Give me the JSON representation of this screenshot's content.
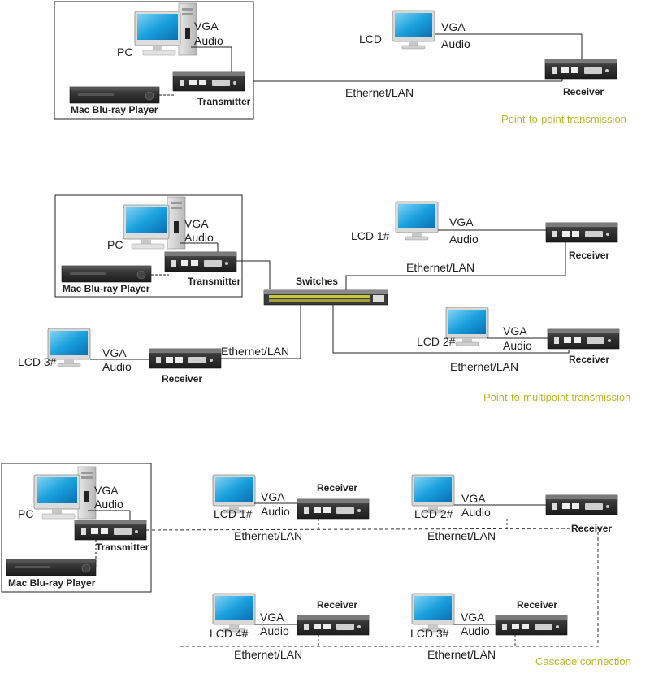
{
  "diagram1": {
    "pc_label": "PC",
    "vga": "VGA",
    "audio": "Audio",
    "player": "Mac Blu-ray Player",
    "transmitter": "Transmitter",
    "lcd": "LCD",
    "lcd_vga": "VGA",
    "lcd_audio": "Audio",
    "receiver": "Receiver",
    "link": "Ethernet/LAN",
    "caption": "Point-to-point transmission"
  },
  "diagram2": {
    "pc_label": "PC",
    "vga": "VGA",
    "audio": "Audio",
    "player": "Mac Blu-ray Player",
    "transmitter": "Transmitter",
    "switch": "Switches",
    "lcd1": "LCD 1#",
    "lcd1_vga": "VGA",
    "lcd1_audio": "Audio",
    "receiver1": "Receiver",
    "link1": "Ethernet/LAN",
    "lcd2": "LCD 2#",
    "lcd2_vga": "VGA",
    "lcd2_audio": "Audio",
    "receiver2": "Receiver",
    "link2": "Ethernet/LAN",
    "lcd3": "LCD 3#",
    "lcd3_vga": "VGA",
    "lcd3_audio": "Audio",
    "receiver3": "Receiver",
    "link3": "Ethernet/LAN",
    "caption": "Point-to-multipoint transmission"
  },
  "diagram3": {
    "pc_label": "PC",
    "vga": "VGA",
    "audio": "Audio",
    "player": "Mac Blu-ray Player",
    "transmitter": "Transmitter",
    "lcd1": "LCD 1#",
    "lcd1_vga": "VGA",
    "lcd1_audio": "Audio",
    "receiver1": "Receiver",
    "link1": "Ethernet/LAN",
    "lcd2": "LCD 2#",
    "lcd2_vga": "VGA",
    "lcd2_audio": "Audio",
    "receiver2": "Receiver",
    "link2": "Ethernet/LAN",
    "lcd4": "LCD 4#",
    "lcd4_vga": "VGA",
    "lcd4_audio": "Audio",
    "receiver4": "Receiver",
    "link4": "Ethernet/LAN",
    "lcd3": "LCD 3#",
    "lcd3_vga": "VGA",
    "lcd3_audio": "Audio",
    "receiver3": "Receiver",
    "link3": "Ethernet/LAN",
    "caption": "Cascade connection"
  },
  "colors": {
    "caption": "#b7b82a",
    "screen": "#1aa0dd",
    "device": "#2a2a2a"
  }
}
